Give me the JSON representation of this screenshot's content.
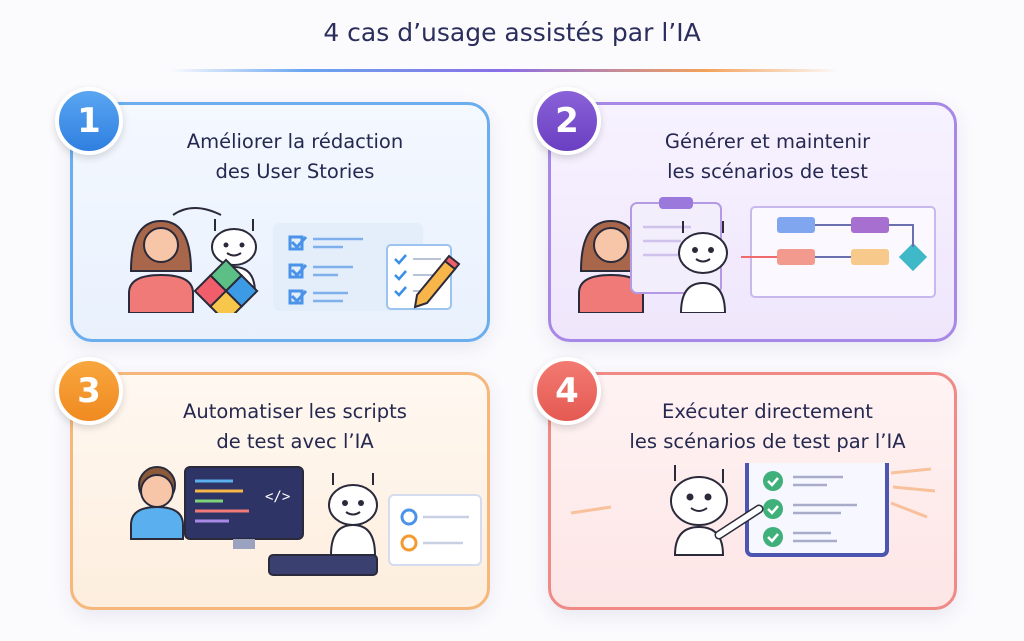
{
  "title": "4 cas d’usage assistés par l’IA",
  "cards": [
    {
      "number": "1",
      "line1": "Améliorer la rédaction",
      "line2": "des User Stories",
      "color": "#4a93e8"
    },
    {
      "number": "2",
      "line1": "Générer et maintenir",
      "line2": "les scénarios de test",
      "color": "#7b4fd0"
    },
    {
      "number": "3",
      "line1": "Automatiser les scripts",
      "line2": "de test avec l’IA",
      "color": "#f39a30"
    },
    {
      "number": "4",
      "line1": "Exécuter directement",
      "line2": "les scénarios de test par l’IA",
      "color": "#ea6a62"
    }
  ]
}
